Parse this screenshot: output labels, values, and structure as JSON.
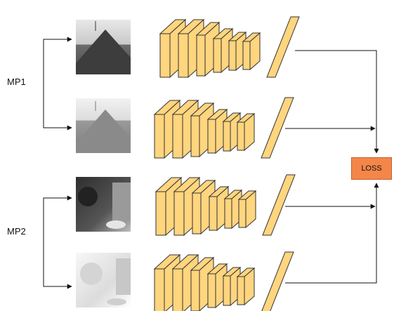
{
  "groups": [
    {
      "label": "MP1"
    },
    {
      "label": "MP2"
    }
  ],
  "loss": {
    "label": "LOSS",
    "color": "#f4864a"
  },
  "colors": {
    "block_fill": "#ffd57e",
    "block_stroke": "#333333",
    "arrow": "#111111"
  },
  "images": [
    {
      "name": "roof-photo-original",
      "icon": "roof-building-thumbnail"
    },
    {
      "name": "roof-photo-degraded",
      "icon": "roof-building-hazy-thumbnail"
    },
    {
      "name": "trees-photo-dark",
      "icon": "trees-car-thumbnail"
    },
    {
      "name": "trees-photo-bright",
      "icon": "trees-car-overexposed-thumbnail"
    }
  ]
}
